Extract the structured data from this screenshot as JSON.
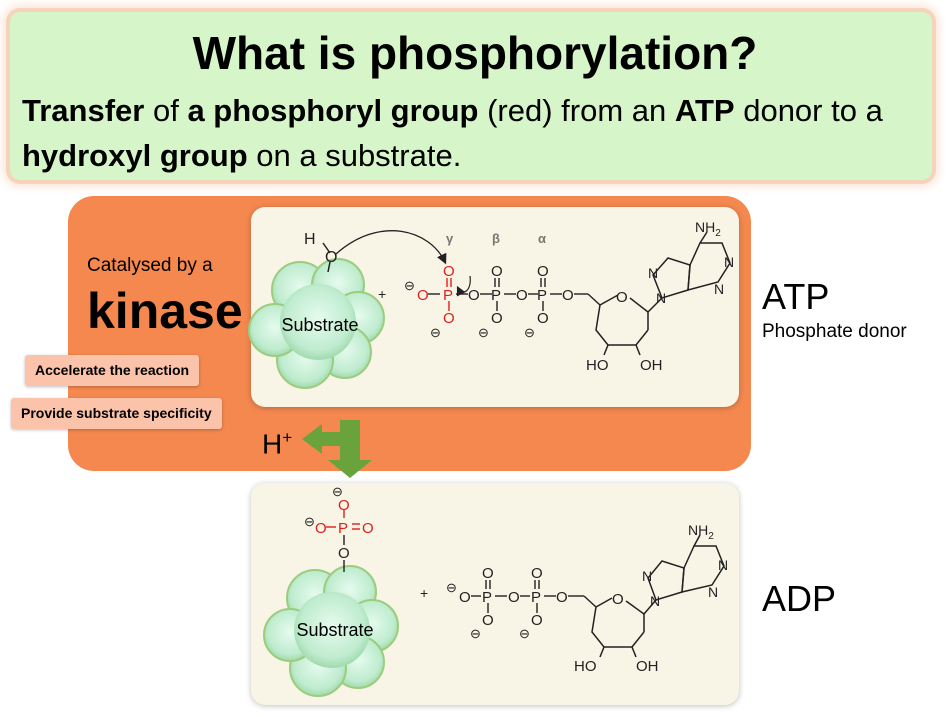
{
  "title": "What is phosphorylation?",
  "subtitle": {
    "t1": "Transfer",
    "t2": " of ",
    "t3": "a phosphoryl group",
    "t4": " (red) from an ",
    "t5": "ATP",
    "t6": " donor to a ",
    "t7": "hydroxyl group",
    "t8": " on a substrate."
  },
  "kinase": {
    "catalysed": "Catalysed by a",
    "word": "kinase",
    "notes": [
      "Accelerate the reaction",
      "Provide substrate specificity"
    ]
  },
  "labels": {
    "atp": "ATP",
    "donor": "Phosphate donor",
    "adp": "ADP",
    "proton": "H",
    "proton_charge": "+"
  },
  "molecule": {
    "substrate": "Substrate",
    "plus": "+",
    "greek": [
      "γ",
      "β",
      "α"
    ],
    "H": "H",
    "O": "O",
    "P": "P",
    "N": "N",
    "NH2": "NH",
    "sub2": "2",
    "HO": "HO",
    "OH": "OH",
    "minus": "⊖"
  },
  "colors": {
    "title_bg": "#d6f5c8",
    "kinase_panel": "#f4884f",
    "note_bg": "#fbc3a9",
    "card_bg": "#f8f4e6",
    "phosphoryl_red": "#e0201b",
    "arrow_green": "#6aa33c",
    "substrate_green": "#c8f0d8"
  }
}
